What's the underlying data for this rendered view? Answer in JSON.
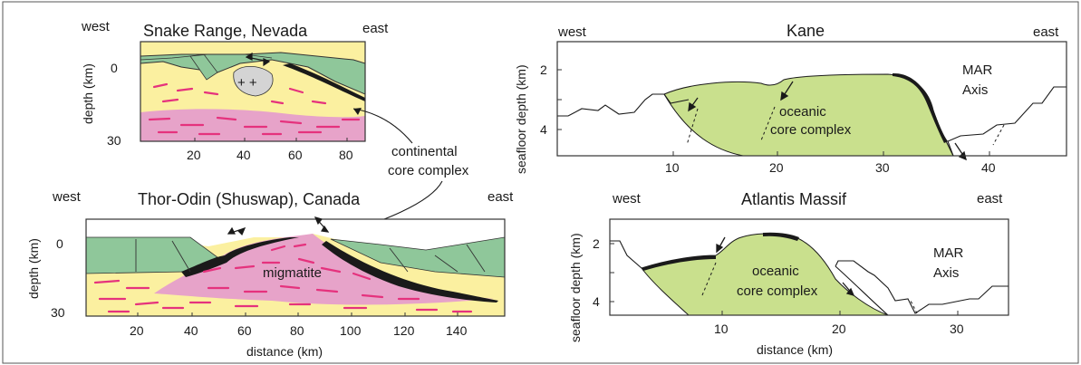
{
  "panels": {
    "snake": {
      "title": "Snake Range, Nevada",
      "west": "west",
      "east": "east",
      "ylabel": "depth (km)",
      "yticks": [
        "0",
        "30"
      ],
      "xticks": [
        "20",
        "40",
        "60",
        "80"
      ]
    },
    "kane": {
      "title": "Kane",
      "west": "west",
      "east": "east",
      "ylabel": "seafloor depth (km)",
      "yticks": [
        "2",
        "4"
      ],
      "xticks": [
        "10",
        "20",
        "30",
        "40"
      ],
      "label_occ_1": "oceanic",
      "label_occ_2": "core complex",
      "label_mar_1": "MAR",
      "label_mar_2": "Axis"
    },
    "thor": {
      "title": "Thor-Odin (Shuswap), Canada",
      "west": "west",
      "east": "east",
      "ylabel": "depth (km)",
      "yticks": [
        "0",
        "30"
      ],
      "xticks": [
        "20",
        "40",
        "60",
        "80",
        "100",
        "120",
        "140"
      ],
      "xlabel": "distance (km)",
      "label_migmatite": "migmatite"
    },
    "atlantis": {
      "title": "Atlantis Massif",
      "west": "west",
      "east": "east",
      "ylabel": "seafloor depth (km)",
      "yticks": [
        "2",
        "4"
      ],
      "xticks": [
        "10",
        "20",
        "30"
      ],
      "xlabel": "distance (km)",
      "label_occ_1": "oceanic",
      "label_occ_2": "core complex",
      "label_mar_1": "MAR",
      "label_mar_2": "Axis"
    }
  },
  "callout": {
    "line1": "continental",
    "line2": "core complex"
  },
  "colors": {
    "green": "#8fc79a",
    "yellow": "#fbf0a0",
    "pink": "#e7a3c9",
    "pink_dash": "#e5327d",
    "lime": "#c9e08d",
    "gray": "#d4d4d4",
    "ink": "#1a1a1a"
  }
}
